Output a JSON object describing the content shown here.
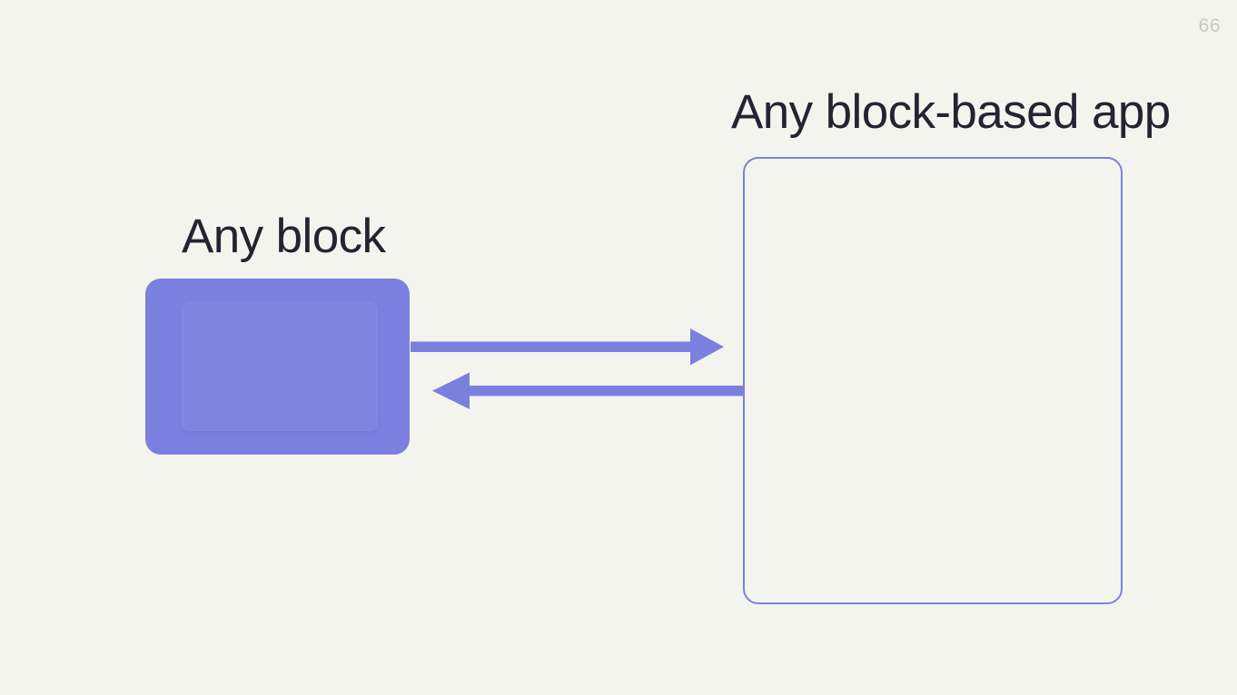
{
  "slide": {
    "page_number": "66",
    "background_color": "#f4f4ef",
    "accent_color": "#7b80de",
    "text_color": "#242431",
    "page_number_color": "#c9c9c4"
  },
  "headings": {
    "left": "Any block",
    "right": "Any block-based app"
  },
  "shapes": {
    "block": {
      "label": "Any block",
      "fill": "#7b80de",
      "kind": "filled-rounded-rectangle"
    },
    "app_panel": {
      "label": "Any block-based app",
      "stroke": "#7b80de",
      "fill": "transparent",
      "kind": "outlined-rounded-rectangle"
    }
  },
  "arrows": [
    {
      "name": "block-to-app",
      "direction": "right",
      "from": "Any block",
      "to": "Any block-based app",
      "color": "#7b80de"
    },
    {
      "name": "app-to-block",
      "direction": "left",
      "from": "Any block-based app",
      "to": "Any block",
      "color": "#7b80de"
    }
  ]
}
